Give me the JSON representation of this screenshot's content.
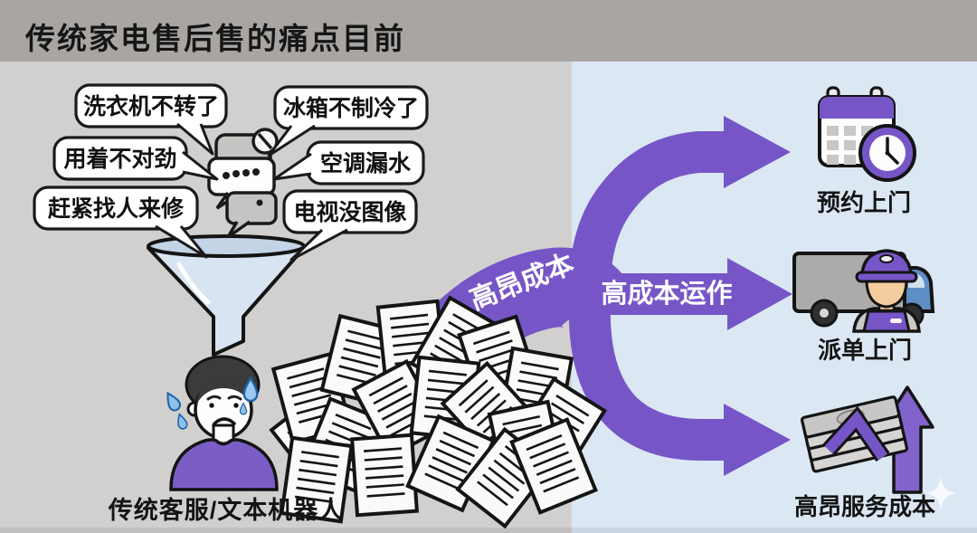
{
  "title": "传统家电售后售的痛点目前",
  "complaints": [
    "洗衣机不转了",
    "冰箱不制冷了",
    "用着不对劲",
    "空调漏水",
    "赶紧找人来修",
    "电视没图像"
  ],
  "funnel_stage": {
    "agent_label": "传统客服/文本机器人"
  },
  "flow": {
    "cost_label": "高昂成本",
    "operation_label": "高成本运作"
  },
  "outcomes": [
    {
      "label": "预约上门",
      "icon": "calendar-clock-icon"
    },
    {
      "label": "派单上门",
      "icon": "truck-worker-icon"
    },
    {
      "label": "高昂服务成本",
      "icon": "money-up-arrow-icon"
    }
  ],
  "colors": {
    "purple": "#7656C7",
    "bg_left": "#D2D0CE",
    "bg_right": "#DBE8F4",
    "top_bar": "#A8A5A2",
    "funnel_blue": "#D8E4F1"
  }
}
